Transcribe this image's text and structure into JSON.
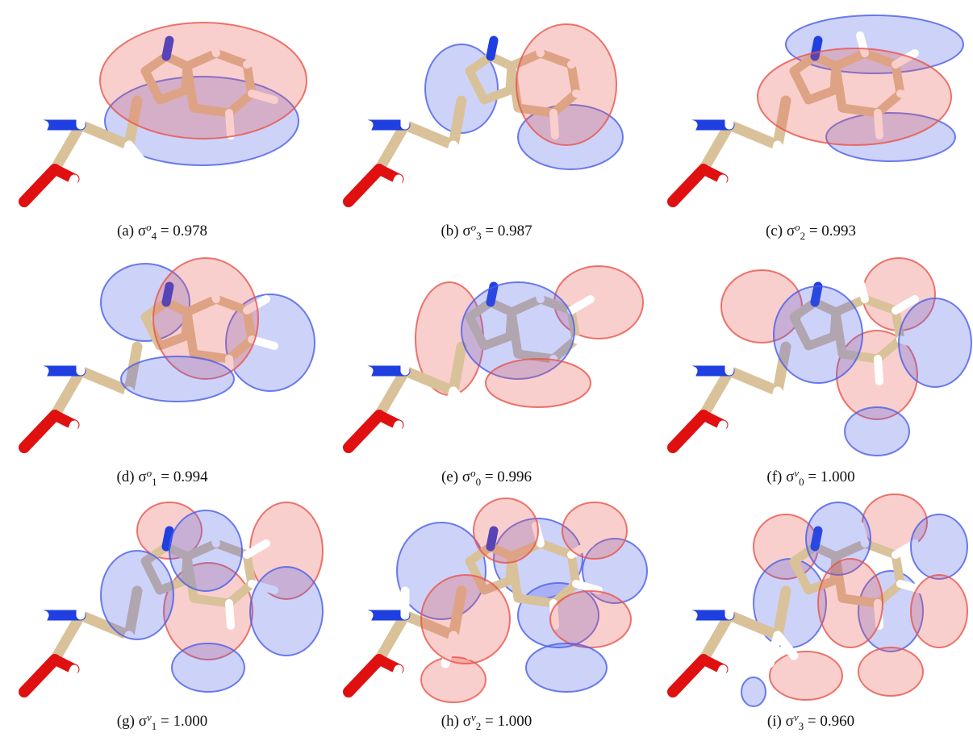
{
  "panels": [
    {
      "id": "a",
      "tag": "(a)",
      "sigma": "σ",
      "sup": "o",
      "sub": "4",
      "eq": "=",
      "value": "0.978",
      "kind": "occ4"
    },
    {
      "id": "b",
      "tag": "(b)",
      "sigma": "σ",
      "sup": "o",
      "sub": "3",
      "eq": "=",
      "value": "0.987",
      "kind": "occ3"
    },
    {
      "id": "c",
      "tag": "(c)",
      "sigma": "σ",
      "sup": "o",
      "sub": "2",
      "eq": "=",
      "value": "0.993",
      "kind": "occ2"
    },
    {
      "id": "d",
      "tag": "(d)",
      "sigma": "σ",
      "sup": "o",
      "sub": "1",
      "eq": "=",
      "value": "0.994",
      "kind": "occ1"
    },
    {
      "id": "e",
      "tag": "(e)",
      "sigma": "σ",
      "sup": "o",
      "sub": "0",
      "eq": "=",
      "value": "0.996",
      "kind": "occ0"
    },
    {
      "id": "f",
      "tag": "(f)",
      "sigma": "σ",
      "sup": "v",
      "sub": "0",
      "eq": "=",
      "value": "1.000",
      "kind": "vir0"
    },
    {
      "id": "g",
      "tag": "(g)",
      "sigma": "σ",
      "sup": "v",
      "sub": "1",
      "eq": "=",
      "value": "1.000",
      "kind": "vir1"
    },
    {
      "id": "h",
      "tag": "(h)",
      "sigma": "σ",
      "sup": "v",
      "sub": "2",
      "eq": "=",
      "value": "1.000",
      "kind": "vir2"
    },
    {
      "id": "i",
      "tag": "(i)",
      "sigma": "σ",
      "sup": "v",
      "sub": "3",
      "eq": "=",
      "value": "0.960",
      "kind": "vir3"
    }
  ],
  "colors": {
    "positive_lobe": "#e8544a",
    "negative_lobe": "#4a5ee8",
    "carbon": "#d9c29a",
    "nitrogen": "#1f3fe0",
    "oxygen": "#e01010",
    "hydrogen": "#ffffff"
  }
}
